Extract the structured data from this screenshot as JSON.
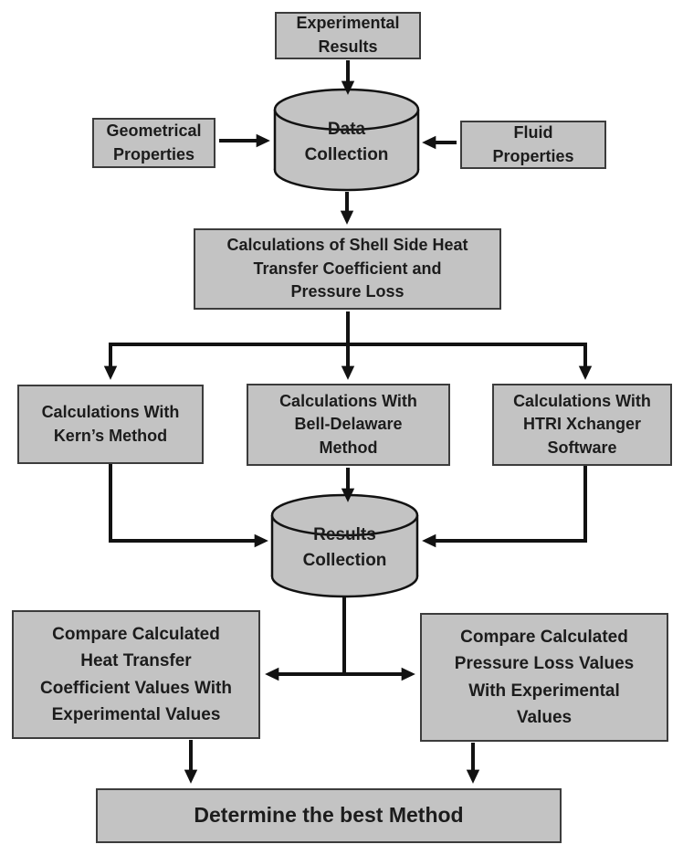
{
  "colors": {
    "background": "#ffffff",
    "box_fill": "#c3c3c3",
    "box_border": "#3c3c3c",
    "arrow": "#121212",
    "text": "#1c1c1c"
  },
  "nodes": {
    "experimental_results": {
      "label": "Experimental\nResults",
      "shape": "rect"
    },
    "geometrical_properties": {
      "label": "Geometrical\nProperties",
      "shape": "rect"
    },
    "data_collection": {
      "label": "Data\nCollection",
      "shape": "cylinder"
    },
    "fluid_properties": {
      "label": "Fluid\nProperties",
      "shape": "rect"
    },
    "shell_side_calculations": {
      "label": "Calculations of Shell Side Heat\nTransfer Coefficient and\nPressure Loss",
      "shape": "rect"
    },
    "kern_method": {
      "label": "Calculations With\nKern’s Method",
      "shape": "rect"
    },
    "bell_delaware_method": {
      "label": "Calculations With\nBell-Delaware\nMethod",
      "shape": "rect"
    },
    "htri_software": {
      "label": "Calculations With\nHTRI Xchanger\nSoftware",
      "shape": "rect"
    },
    "results_collection": {
      "label": "Results\nCollection",
      "shape": "cylinder"
    },
    "compare_heat_transfer": {
      "label": "Compare Calculated\nHeat Transfer\nCoefficient Values With\nExperimental Values",
      "shape": "rect"
    },
    "compare_pressure_loss": {
      "label": "Compare Calculated\nPressure Loss Values\nWith Experimental\nValues",
      "shape": "rect"
    },
    "determine_best_method": {
      "label": "Determine the best Method",
      "shape": "rect"
    }
  },
  "edges": [
    {
      "from": "experimental_results",
      "to": "data_collection"
    },
    {
      "from": "geometrical_properties",
      "to": "data_collection"
    },
    {
      "from": "fluid_properties",
      "to": "data_collection"
    },
    {
      "from": "data_collection",
      "to": "shell_side_calculations"
    },
    {
      "from": "shell_side_calculations",
      "to": "kern_method"
    },
    {
      "from": "shell_side_calculations",
      "to": "bell_delaware_method"
    },
    {
      "from": "shell_side_calculations",
      "to": "htri_software"
    },
    {
      "from": "kern_method",
      "to": "results_collection"
    },
    {
      "from": "bell_delaware_method",
      "to": "results_collection"
    },
    {
      "from": "htri_software",
      "to": "results_collection"
    },
    {
      "from": "results_collection",
      "to": "compare_heat_transfer"
    },
    {
      "from": "results_collection",
      "to": "compare_pressure_loss"
    },
    {
      "from": "compare_heat_transfer",
      "to": "determine_best_method"
    },
    {
      "from": "compare_pressure_loss",
      "to": "determine_best_method"
    }
  ]
}
